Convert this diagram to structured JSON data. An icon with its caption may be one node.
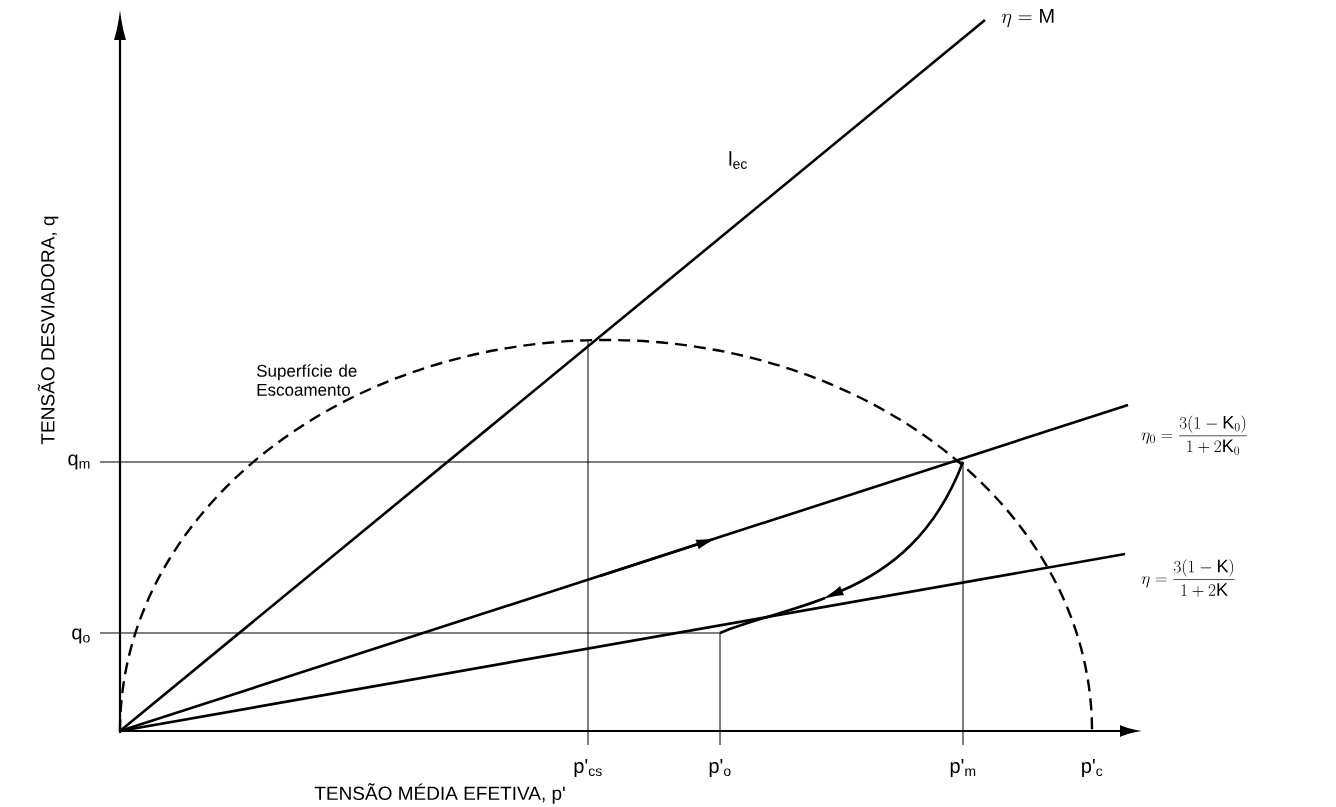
{
  "diagram": {
    "labels": [
      "\\eta=\\mathrm{M}",
      "l$_{ec}$",
      "TENSÃO DESVIADORA, q",
      "Superfície de Escoamento",
      "\\eta_0=\\frac{3(1-\\mathrm{K}_0)}{1+2\\mathrm{K}_0}",
      "q$_{m}$",
      "\\eta=\\frac{3(1-\\mathrm{K})}{1+2\\mathrm{K}}",
      "q$_{o}$",
      "p'$_{cs}$",
      "p'$_{o}$",
      "p'$_{m}$",
      "p'$_{c}$",
      "TENSÃO MÉDIA EFETIVA, p'"
    ]
  }
}
